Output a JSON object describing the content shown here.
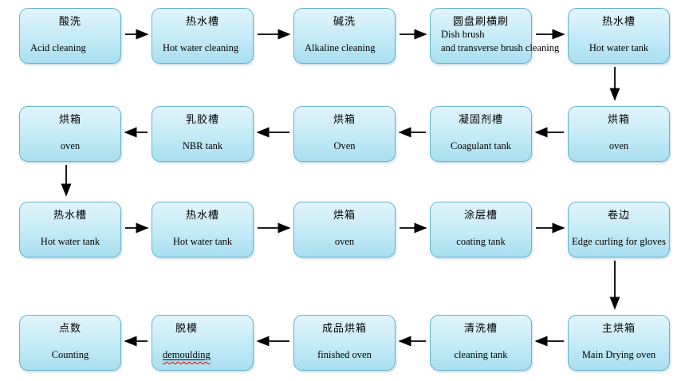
{
  "page": {
    "background_color": "#ffffff",
    "description_colors": {
      "box_border_color": "#68b0cd",
      "box_fill_top": "#e0f4fc",
      "box_fill_bottom": "#a9dff0",
      "arrow_color": "#000000",
      "spellcheck_underline_color": "#e00000"
    }
  },
  "flowchart": {
    "rows": [
      {
        "direction": "right",
        "boxes": [
          {
            "id": "acid-cleaning",
            "lines": [
              {
                "lang": "zh",
                "text": "酸洗",
                "align": "center"
              },
              {
                "lang": "en",
                "text": "Acid cleaning",
                "align": "left"
              }
            ]
          },
          {
            "id": "hot-water-cleaning",
            "lines": [
              {
                "lang": "zh",
                "text": "热水槽",
                "align": "center"
              },
              {
                "lang": "en",
                "text": "Hot water cleaning",
                "align": "left"
              }
            ]
          },
          {
            "id": "alkaline-cleaning",
            "lines": [
              {
                "lang": "zh",
                "text": "碱洗",
                "align": "center"
              },
              {
                "lang": "en",
                "text": "Alkaline cleaning",
                "align": "left"
              }
            ]
          },
          {
            "id": "disc-brush-cleaning",
            "lines": [
              {
                "lang": "zh",
                "text": "圆盘刷横刷",
                "align": "center"
              },
              {
                "lang": "en",
                "text": "Dish brush",
                "align": "left"
              },
              {
                "lang": "en",
                "text": "and transverse brush cleaning",
                "align": "left"
              }
            ]
          },
          {
            "id": "hot-water-tank-top",
            "lines": [
              {
                "lang": "zh",
                "text": "热水槽",
                "align": "center"
              },
              {
                "lang": "en",
                "text": "Hot water tank",
                "align": "center"
              }
            ]
          }
        ]
      },
      {
        "direction": "left",
        "boxes": [
          {
            "id": "oven-after-nbr",
            "lines": [
              {
                "lang": "zh",
                "text": "烘箱",
                "align": "center"
              },
              {
                "lang": "en",
                "text": "oven",
                "align": "center"
              }
            ]
          },
          {
            "id": "nbr-tank",
            "lines": [
              {
                "lang": "zh",
                "text": "乳胶槽",
                "align": "center"
              },
              {
                "lang": "en",
                "text": "NBR tank",
                "align": "center"
              }
            ]
          },
          {
            "id": "oven-after-coagulant",
            "lines": [
              {
                "lang": "zh",
                "text": "烘箱",
                "align": "center"
              },
              {
                "lang": "en",
                "text": "Oven",
                "align": "center"
              }
            ]
          },
          {
            "id": "coagulant-tank",
            "lines": [
              {
                "lang": "zh",
                "text": "凝固剂槽",
                "align": "center"
              },
              {
                "lang": "en",
                "text": "Coagulant tank",
                "align": "center"
              }
            ]
          },
          {
            "id": "oven-after-hot-water",
            "lines": [
              {
                "lang": "zh",
                "text": "烘箱",
                "align": "center"
              },
              {
                "lang": "en",
                "text": "oven",
                "align": "center"
              }
            ]
          }
        ]
      },
      {
        "direction": "right",
        "boxes": [
          {
            "id": "hot-water-tank-2",
            "lines": [
              {
                "lang": "zh",
                "text": "热水槽",
                "align": "center"
              },
              {
                "lang": "en",
                "text": "Hot water tank",
                "align": "center"
              }
            ]
          },
          {
            "id": "hot-water-tank-3",
            "lines": [
              {
                "lang": "zh",
                "text": "热水槽",
                "align": "center"
              },
              {
                "lang": "en",
                "text": "Hot water tank",
                "align": "center"
              }
            ]
          },
          {
            "id": "oven-before-coating",
            "lines": [
              {
                "lang": "zh",
                "text": "烘箱",
                "align": "center"
              },
              {
                "lang": "en",
                "text": "oven",
                "align": "center"
              }
            ]
          },
          {
            "id": "coating-tank",
            "lines": [
              {
                "lang": "zh",
                "text": "涂层槽",
                "align": "center"
              },
              {
                "lang": "en",
                "text": "coating tank",
                "align": "center"
              }
            ]
          },
          {
            "id": "edge-curling",
            "lines": [
              {
                "lang": "zh",
                "text": "卷边",
                "align": "center"
              },
              {
                "lang": "en",
                "text": "Edge curling for gloves",
                "align": "center"
              }
            ]
          }
        ]
      },
      {
        "direction": "left",
        "boxes": [
          {
            "id": "counting",
            "lines": [
              {
                "lang": "zh",
                "text": "点数",
                "align": "center"
              },
              {
                "lang": "en",
                "text": "Counting",
                "align": "center"
              }
            ]
          },
          {
            "id": "demoulding",
            "lines": [
              {
                "lang": "zh",
                "text": "脱模",
                "align": "left"
              },
              {
                "lang": "en",
                "text": "demoulding",
                "align": "left",
                "decoration": "underline-spellcheck"
              }
            ]
          },
          {
            "id": "finished-oven",
            "lines": [
              {
                "lang": "zh",
                "text": "成品烘箱",
                "align": "center"
              },
              {
                "lang": "en",
                "text": "finished oven",
                "align": "center"
              }
            ]
          },
          {
            "id": "cleaning-tank",
            "lines": [
              {
                "lang": "zh",
                "text": "清洗槽",
                "align": "center"
              },
              {
                "lang": "en",
                "text": "cleaning tank",
                "align": "center"
              }
            ]
          },
          {
            "id": "main-drying-oven",
            "lines": [
              {
                "lang": "zh",
                "text": "主烘箱",
                "align": "center"
              },
              {
                "lang": "en",
                "text": "Main Drying oven",
                "align": "center"
              }
            ]
          }
        ]
      }
    ],
    "vertical_connectors": [
      {
        "from_row": 0,
        "from_col": 4,
        "to_row": 1,
        "to_col": 4
      },
      {
        "from_row": 1,
        "from_col": 0,
        "to_row": 2,
        "to_col": 0
      },
      {
        "from_row": 2,
        "from_col": 4,
        "to_row": 3,
        "to_col": 4
      }
    ]
  }
}
